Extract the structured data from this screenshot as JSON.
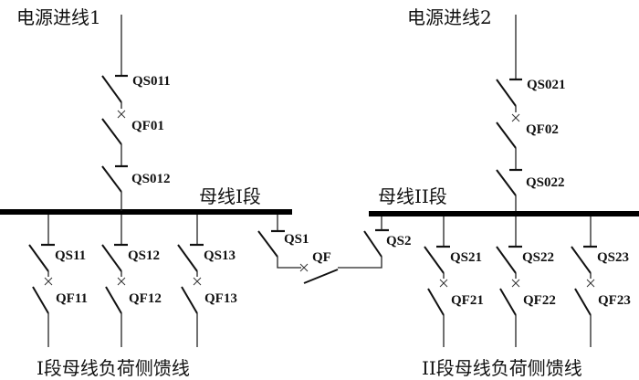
{
  "incoming": [
    {
      "title": "电源进线1",
      "qs_top": "QS011",
      "qf": "QF01",
      "qs_bottom": "QS012"
    },
    {
      "title": "电源进线2",
      "qs_top": "QS021",
      "qf": "QF02",
      "qs_bottom": "QS022"
    }
  ],
  "buses": {
    "bus1": "母线I段",
    "bus2": "母线II段"
  },
  "coupler": {
    "qs1": "QS1",
    "qf": "QF",
    "qs2": "QS2"
  },
  "outgoing": [
    {
      "qs": "QS11",
      "qf": "QF11"
    },
    {
      "qs": "QS12",
      "qf": "QF12"
    },
    {
      "qs": "QS13",
      "qf": "QF13"
    },
    {
      "qs": "QS21",
      "qf": "QF21"
    },
    {
      "qs": "QS22",
      "qf": "QF22"
    },
    {
      "qs": "QS23",
      "qf": "QF23"
    }
  ],
  "captions": {
    "bus1_feeders": "I段母线负荷侧馈线",
    "bus2_feeders": "II段母线负荷侧馈线"
  }
}
